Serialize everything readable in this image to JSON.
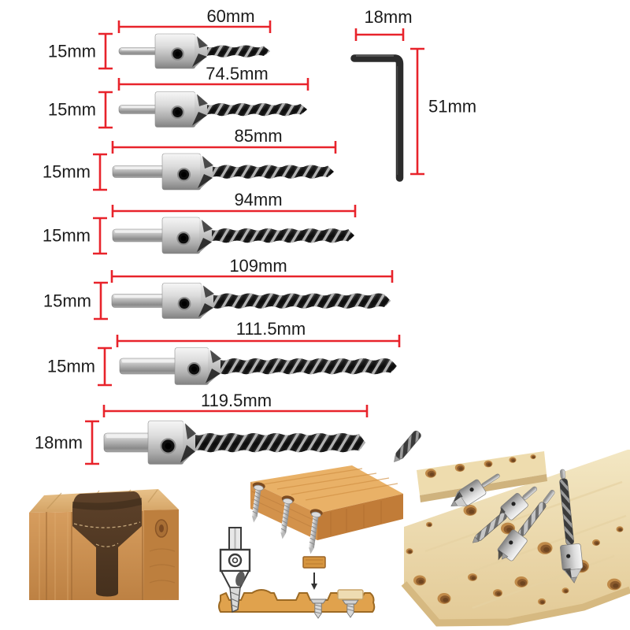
{
  "page": {
    "background": "#ffffff"
  },
  "dimension_style": {
    "line_color": "#e8232b",
    "text_color": "#1b1b1b"
  },
  "bits": [
    {
      "length": "60mm",
      "diameter": "15mm"
    },
    {
      "length": "74.5mm",
      "diameter": "15mm"
    },
    {
      "length": "85mm",
      "diameter": "15mm"
    },
    {
      "length": "94mm",
      "diameter": "15mm"
    },
    {
      "length": "109mm",
      "diameter": "15mm"
    },
    {
      "length": "111.5mm",
      "diameter": "15mm"
    },
    {
      "length": "119.5mm",
      "diameter": "18mm"
    }
  ],
  "hex_key": {
    "width": "18mm",
    "length": "51mm"
  }
}
